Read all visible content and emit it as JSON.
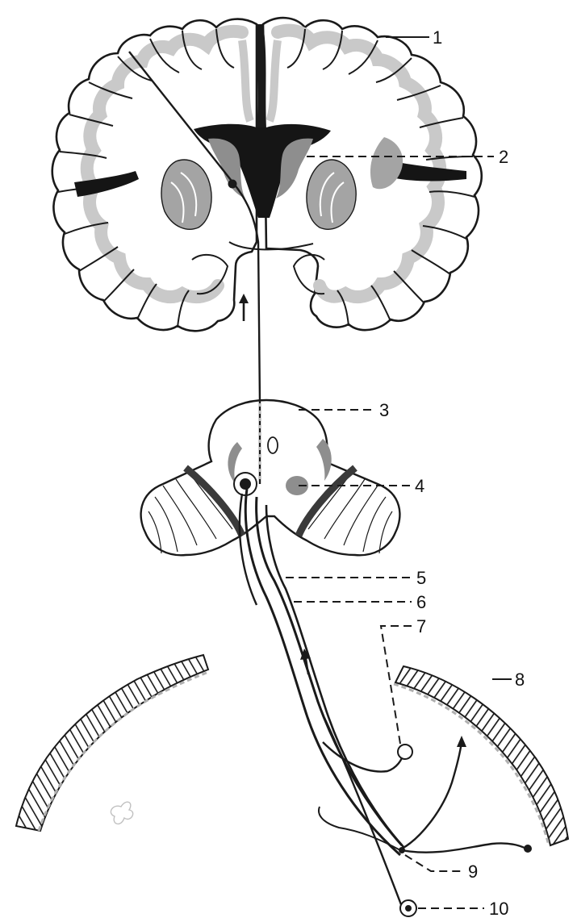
{
  "figure": {
    "labels": {
      "l1": "1",
      "l2": "2",
      "l3": "3",
      "l4": "4",
      "l5": "5",
      "l6": "6",
      "l7": "7",
      "l8": "8",
      "l9": "9",
      "l10": "10"
    }
  },
  "colors": {
    "ink": "#1a1a1a",
    "gray_matter": "#c9c9c9",
    "nucleus": "#8e8e8e",
    "ventricle": "#151515",
    "background": "#ffffff"
  }
}
